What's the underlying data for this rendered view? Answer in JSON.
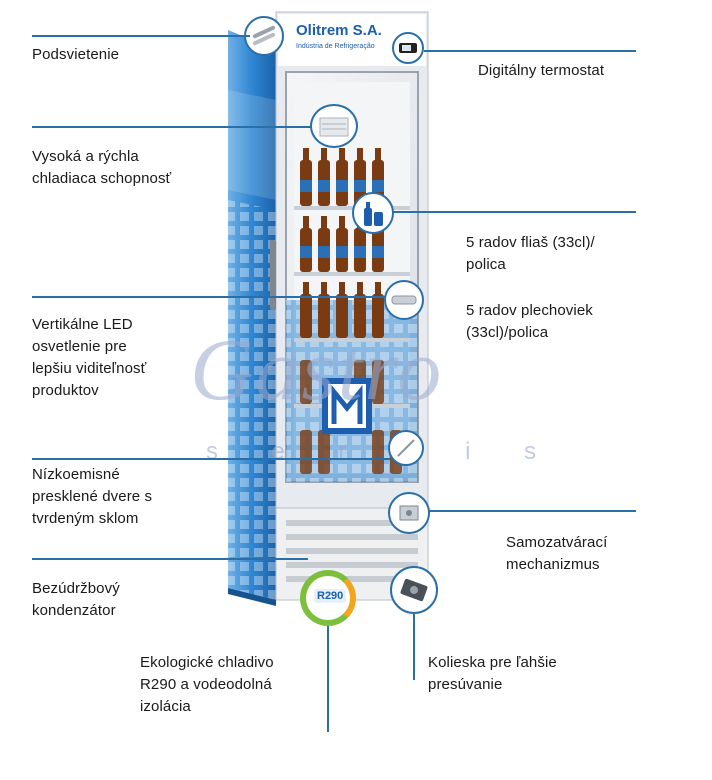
{
  "brand": {
    "name": "Olitrem S.A.",
    "tagline": "Indústria de Refrigeração"
  },
  "eco_badge": "R290",
  "features_left": [
    "Podsvietenie",
    "Vysoká a rýchla\nchladiaca schopnosť",
    "Vertikálne LED\nosvetlenie pre\nlepšiu viditeľnosť\nproduktov",
    "Nízkoemisné\npresklené dvere s\ntvrdeným sklom",
    "Bezúdržbový\nkondenzátor"
  ],
  "features_right": [
    "Digitálny termostat",
    "5 radov fliaš (33cl)/\npolica",
    "5 radov plechoviek\n(33cl)/polica",
    "Samozatvárací\nmechanizmus"
  ],
  "features_bottom": [
    "Ekologické chladivo\nR290 a vodeodolná\nizolácia",
    "Kolieska pre ľahšie\npresúvanie"
  ],
  "watermark": {
    "script": "Gastro",
    "letters": "servis"
  },
  "colors": {
    "accent": "#2a6fa8",
    "cabinet_blue": "#1e73be",
    "watermark": "#9aa9cf"
  }
}
